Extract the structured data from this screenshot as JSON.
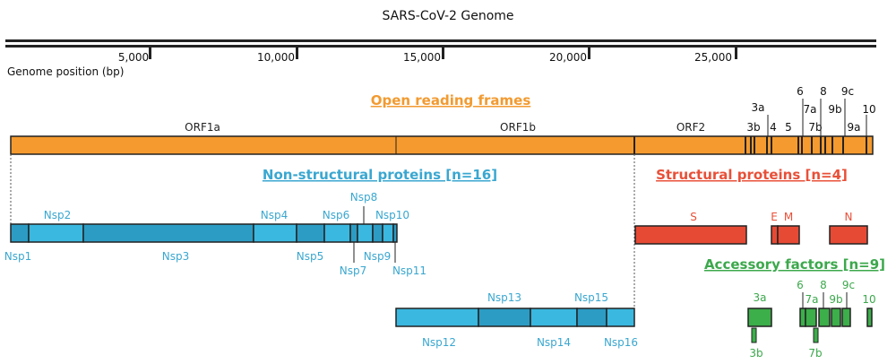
{
  "title": "SARS-CoV-2 Genome",
  "axis": {
    "label": "Genome position (bp)",
    "ticks": [
      "5,000",
      "10,000",
      "15,000",
      "20,000",
      "25,000"
    ]
  },
  "orf": {
    "title": "Open reading frames",
    "labels": [
      "ORF1a",
      "ORF1b",
      "ORF2"
    ],
    "right_labels": [
      "3a",
      "3b",
      "4",
      "5",
      "6",
      "7a",
      "7b",
      "8",
      "9b",
      "9c",
      "9a",
      "10"
    ]
  },
  "nsp": {
    "title": "Non-structural proteins [n=16]",
    "labels": [
      "Nsp1",
      "Nsp2",
      "Nsp3",
      "Nsp4",
      "Nsp5",
      "Nsp6",
      "Nsp7",
      "Nsp8",
      "Nsp9",
      "Nsp10",
      "Nsp11",
      "Nsp12",
      "Nsp13",
      "Nsp14",
      "Nsp15",
      "Nsp16"
    ]
  },
  "structural": {
    "title": "Structural proteins [n=4]",
    "labels": [
      "S",
      "E",
      "M",
      "N"
    ]
  },
  "accessory": {
    "title": "Accessory factors [n=9]",
    "labels": [
      "3a",
      "3b",
      "6",
      "7a",
      "7b",
      "8",
      "9b",
      "9c",
      "10"
    ]
  },
  "colors": {
    "orf": "#f59a2e",
    "nsp": "#3ab8e0",
    "nsp_dark": "#2c9cc4",
    "structural": "#e64a35",
    "accessory": "#3cae4a",
    "accessory_title": "#3ca84c",
    "nsp_title": "#3aa7d0",
    "struct_title": "#e85038",
    "orf_title": "#f29a30"
  }
}
